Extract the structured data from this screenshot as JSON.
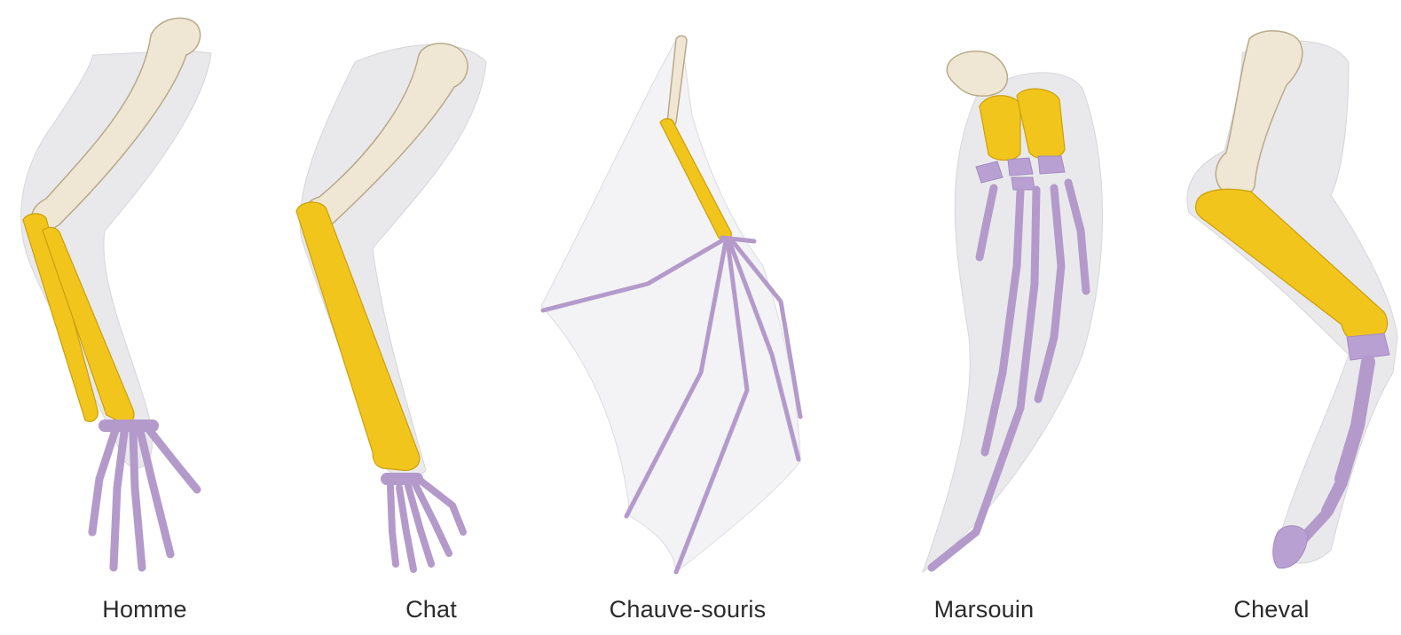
{
  "labels": {
    "homme": "Homme",
    "chat": "Chat",
    "chauve_souris": "Chauve-souris",
    "marsouin": "Marsouin",
    "cheval": "Cheval"
  },
  "colors": {
    "humerus": "#efe7d4",
    "radius_ulna": "#f2c51c",
    "hand_bones": "#b9a0d2",
    "skin_outline": "#e9e9ec"
  }
}
